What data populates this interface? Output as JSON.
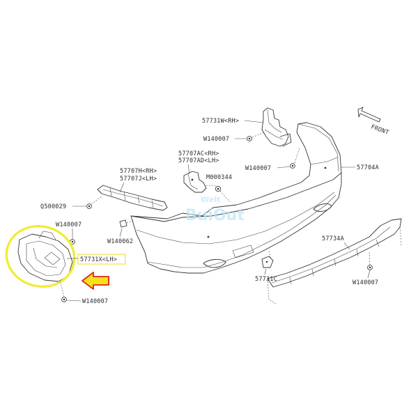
{
  "labels": {
    "front": "FRONT",
    "p57731w_rh": "57731W<RH>",
    "w140007_top": "W140007",
    "w140007_mid": "W140007",
    "p57704a": "57704A",
    "p57707ac_rh": "57707AC<RH>",
    "p57707ad_lh": "57707AD<LH>",
    "m000344": "M000344",
    "p57707h_rh": "57707H<RH>",
    "p57707j_lh": "57707J<LH>",
    "q500029": "Q500029",
    "w140007_left": "W140007",
    "w140062": "W140062",
    "p57731x_lh": "57731X<LH>",
    "w140007_bottom": "W140007",
    "p57734a": "57734A",
    "p57731c": "57731C",
    "w140007_right": "W140007"
  },
  "watermark": {
    "top": "Welt",
    "main": "BuiOut"
  },
  "colors": {
    "highlight": "#f0ec2e",
    "arrow_fill": "#f6e21a",
    "arrow_stroke": "#e0241b",
    "line": "#333333"
  }
}
